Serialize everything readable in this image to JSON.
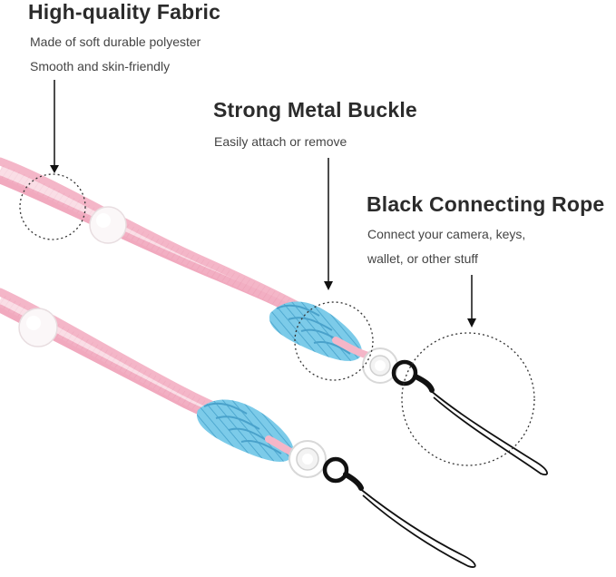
{
  "features": [
    {
      "title": "High-quality Fabric",
      "lines": [
        "Made of soft durable polyester",
        "Smooth and skin-friendly"
      ]
    },
    {
      "title": "Strong Metal Buckle",
      "lines": [
        "Easily attach or remove"
      ]
    },
    {
      "title": "Black Connecting Rope",
      "lines": [
        "Connect your camera, keys,",
        "wallet, or other stuff"
      ]
    }
  ],
  "colors": {
    "background": "#ffffff",
    "strap": "#f4b6c8",
    "knot": "#74c7e8",
    "buckle": "#ffffff",
    "rope": "#111111",
    "text": "#2b2b2b"
  },
  "icons": [
    "arrow-down-icon",
    "callout-circle-icon"
  ]
}
